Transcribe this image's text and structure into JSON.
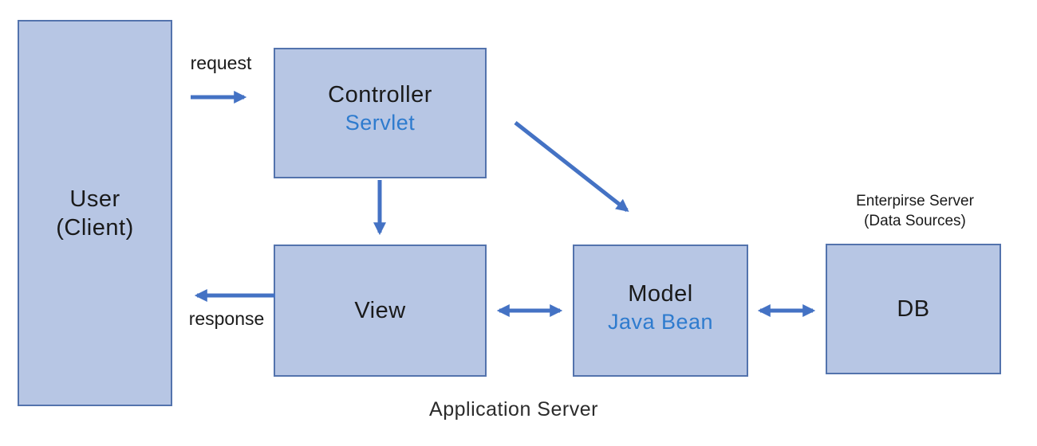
{
  "diagram": {
    "title_hint": "MVC pattern architecture diagram",
    "nodes": {
      "user": {
        "title": "User",
        "subtitle": "(Client)"
      },
      "controller": {
        "title": "Controller",
        "subtitle": "Servlet"
      },
      "view": {
        "title": "View"
      },
      "model": {
        "title": "Model",
        "subtitle": "Java Bean"
      },
      "db": {
        "title": "DB"
      }
    },
    "labels": {
      "request": "request",
      "response": "response",
      "enterprise_server_line1": "Enterpirse Server",
      "enterprise_server_line2": "(Data Sources)",
      "application_server": "Application Server"
    },
    "colors": {
      "node_fill": "#b7c6e4",
      "node_border": "#5373ad",
      "arrow": "#4472c4",
      "accent_text": "#2e7bce",
      "text": "#1a1a1a"
    }
  }
}
